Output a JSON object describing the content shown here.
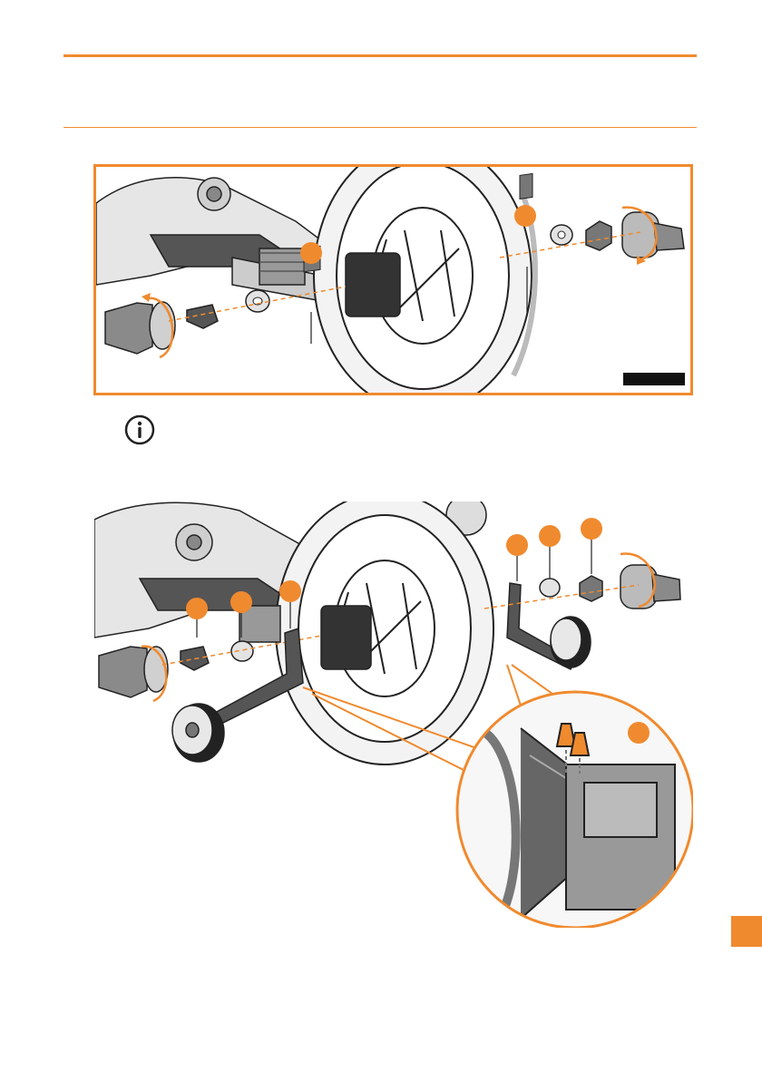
{
  "colors": {
    "accent": "#F08A2E",
    "line": "#222222",
    "gray_dark": "#3a3a3a",
    "gray_mid": "#8d8d8d",
    "gray_light": "#d6d6d6"
  },
  "icons": {
    "info": "info-circle-icon",
    "callout": "orange-callout-dot-icon",
    "rotation": "rotation-arrow-icon"
  },
  "figure_1": {
    "callout_count": 2,
    "label_box": "black-label"
  },
  "figure_2": {
    "callout_count": 7
  }
}
